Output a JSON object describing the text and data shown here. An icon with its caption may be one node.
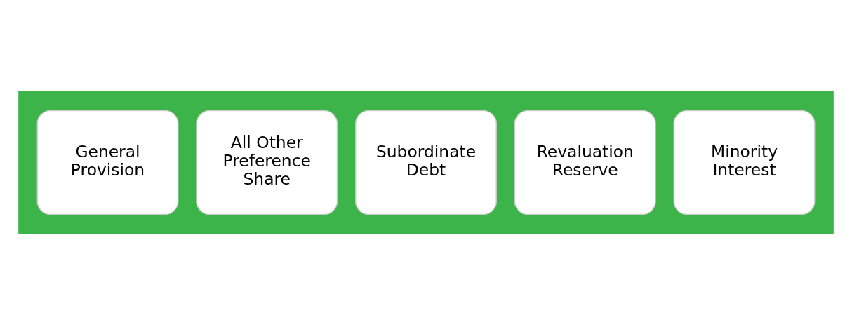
{
  "diagram": {
    "nodes": [
      {
        "text": [],
        "shape": "arrow"
      },
      {
        "text": [
          "General Provision"
        ],
        "in": 0
      },
      {
        "text": [
          "All Other Preference Share"
        ],
        "in": 0
      },
      {
        "text": [
          "Subordinate Debt"
        ],
        "in": 0
      },
      {
        "text": [
          "Revaluation Reserve"
        ],
        "in": 0
      },
      {
        "text": [
          "Minority Interest"
        ],
        "in": 0
      }
    ],
    "edges": []
  }
}
